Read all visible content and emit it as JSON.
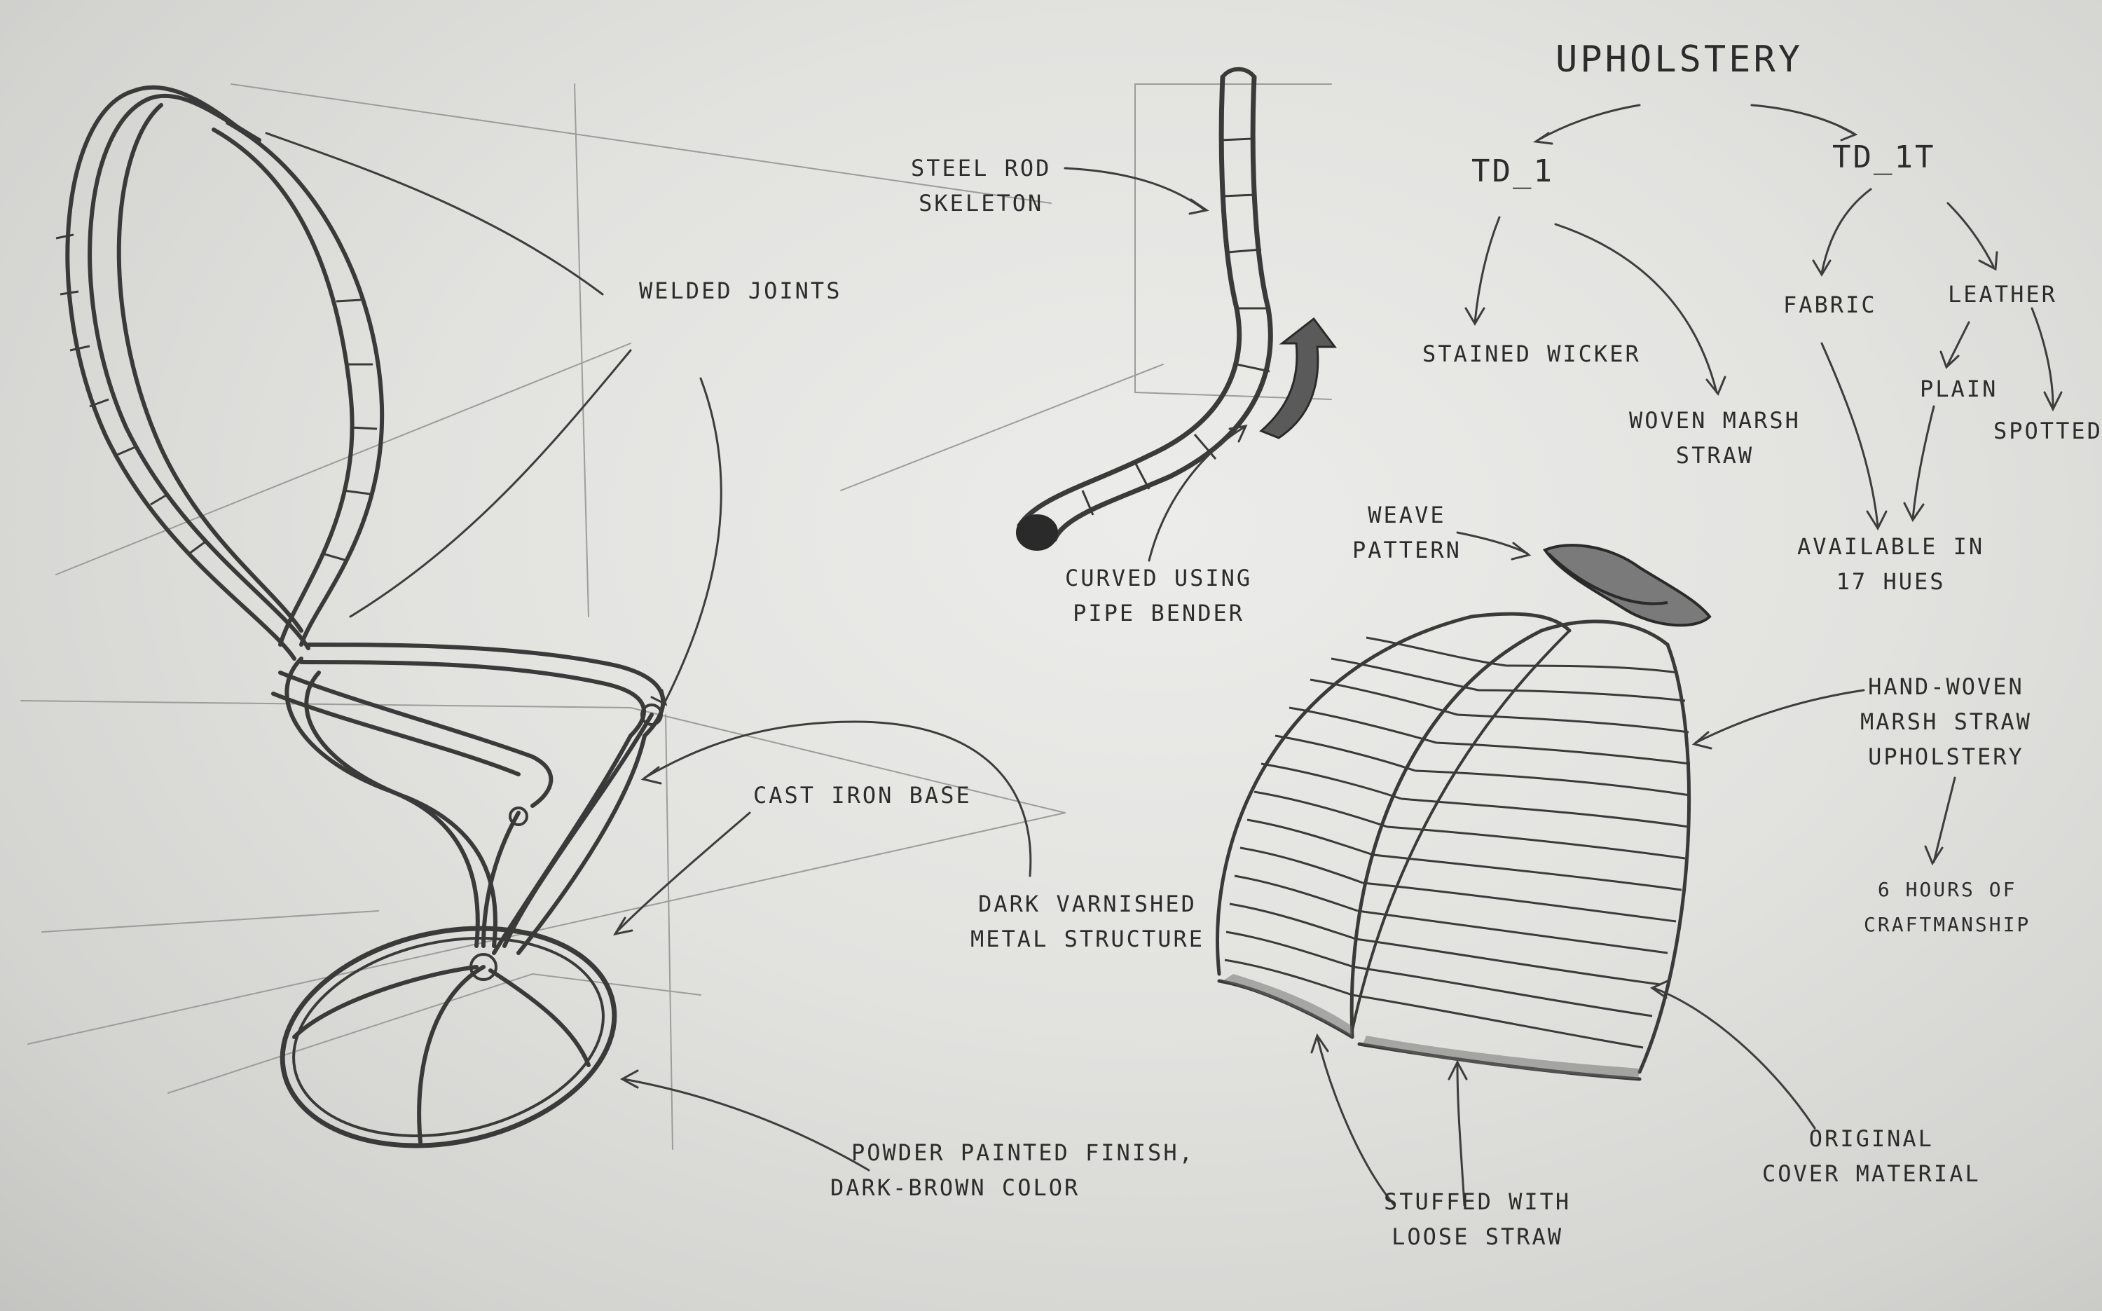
{
  "labels": {
    "welded_joints": "Welded Joints",
    "steel_rod": [
      "Steel Rod",
      "Skeleton"
    ],
    "curved_using": [
      "Curved Using",
      "Pipe Bender"
    ],
    "upholstery": "Upholstery",
    "td_1": "TD_1",
    "td_1t": "TD_1T",
    "stained_wicker": "Stained Wicker",
    "woven_marsh": [
      "Woven Marsh",
      "Straw"
    ],
    "fabric": "Fabric",
    "leather": "Leather",
    "plain": "Plain",
    "spotted": "Spotted",
    "available": [
      "Available in",
      "17 Hues"
    ],
    "weave_pattern": [
      "Weave",
      "Pattern"
    ],
    "hand_woven": [
      "Hand-Woven",
      "Marsh Straw",
      "Upholstery"
    ],
    "six_hours": [
      "6 Hours of",
      "Craftmanship"
    ],
    "cast_iron": "Cast Iron Base",
    "dark_varnished": [
      "Dark Varnished",
      "Metal Structure"
    ],
    "powder_painted": [
      "Powder Painted Finish,",
      "Dark-Brown Color"
    ],
    "original_cover": [
      "Original",
      "Cover Material"
    ],
    "stuffed": [
      "Stuffed with",
      "Loose Straw"
    ]
  }
}
